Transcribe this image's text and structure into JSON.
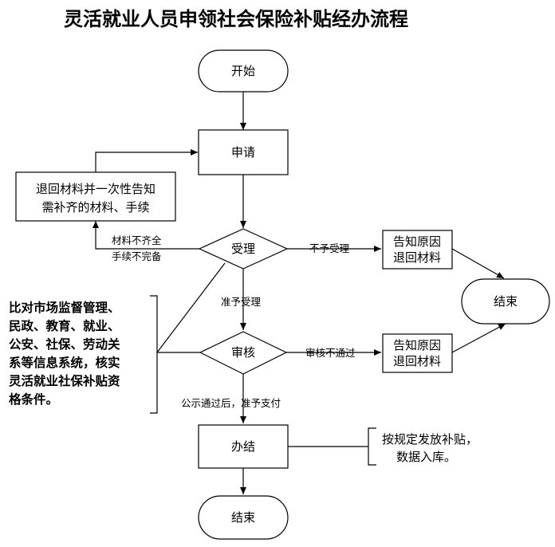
{
  "title": "灵活就业人员申领社会保险补贴经办流程",
  "nodes": {
    "start": "开始",
    "apply": "申请",
    "return_notify_1": "退回材料并一次性告知",
    "return_notify_2": "需补齐的材料、手续",
    "accept": "受理",
    "reject_box_1": "告知原因",
    "reject_box_1b": "退回材料",
    "end_right": "结束",
    "review": "审核",
    "reject_box_2": "告知原因",
    "reject_box_2b": "退回材料",
    "finish": "办结",
    "end_bottom": "结束"
  },
  "edges": {
    "incomplete_1": "材料不齐全",
    "incomplete_2": "手续不完备",
    "not_accepted": "不予受理",
    "accepted": "准予受理",
    "not_passed": "审核不通过",
    "published": "公示通过后，准予支付"
  },
  "notes": {
    "verify": [
      "比对市场监督管理、",
      "民政、教育、就业、",
      "公安、社保、劳动关",
      "系等信息系统，核实",
      "灵活就业社保补贴资",
      "格条件。"
    ],
    "finish_note": [
      "按规定发放补贴，",
      "数据入库。"
    ]
  }
}
